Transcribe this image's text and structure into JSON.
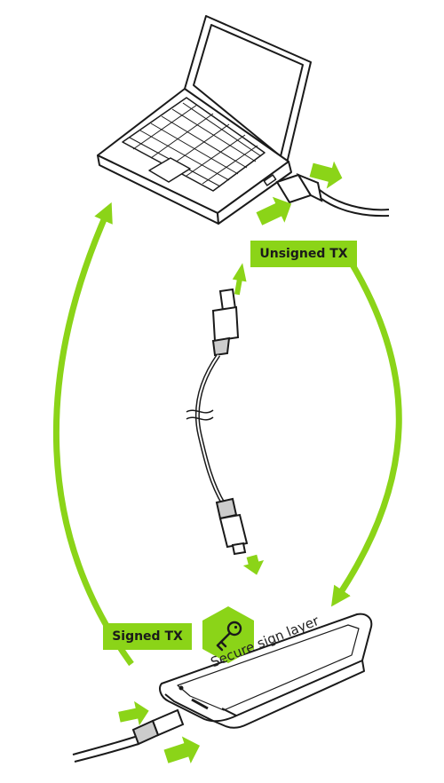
{
  "labels": {
    "unsigned": "Unsigned TX",
    "signed": "Signed TX",
    "secure_layer": "Secure sign layer"
  },
  "icons": {
    "key_badge": "key-icon"
  },
  "colors": {
    "accent": "#8bd418",
    "line": "#1a1a1a",
    "background": "#ffffff"
  }
}
